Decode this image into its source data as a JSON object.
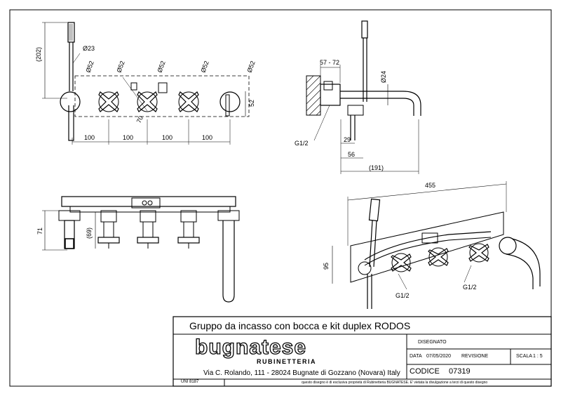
{
  "title": "Gruppo da incasso con bocca e kit duplex RODOS",
  "brand": {
    "name": "bugnatese",
    "sub": "RUBINETTERIA",
    "address": "Via C. Rolando, 111 - 28024 Bugnate di Gozzano (Novara) Italy"
  },
  "fields": {
    "disegnato_label": "DISEGNATO",
    "data_label": "DATA",
    "data_value": "07/05/2020",
    "revisione_label": "REVISIONE",
    "scala_label": "SCALA",
    "scala_value": "1 : 5",
    "codice_label": "CODICE",
    "codice_value": "07319"
  },
  "footer": {
    "standard": "UNI 8187",
    "notice": "questo disegno è di esclusiva proprietà di Rubinetteria BUGNATESE. E' vietata la divulgazione a terzi di questo disegno"
  },
  "front_view": {
    "dim_height": "(202)",
    "dia_23": "Ø23",
    "dia_52_a": "Ø52",
    "dia_52_b": "Ø52",
    "dia_52_c": "Ø52",
    "dia_52_d": "Ø52",
    "dia_52_e": "Ø52",
    "dim_70": "70",
    "dim_52": "52",
    "spacing": [
      "100",
      "100",
      "100",
      "100"
    ]
  },
  "side_view": {
    "dim_57_72": "57 - 72",
    "dia_24": "Ø24",
    "thread": "G1/2",
    "dim_29": "29",
    "dim_56": "56",
    "dim_191": "(191)"
  },
  "bottom_view": {
    "dim_71": "71",
    "dim_69": "(69)"
  },
  "iso_view": {
    "dim_455": "455",
    "dim_95": "95",
    "thread_a": "G1/2",
    "thread_b": "G1/2"
  }
}
